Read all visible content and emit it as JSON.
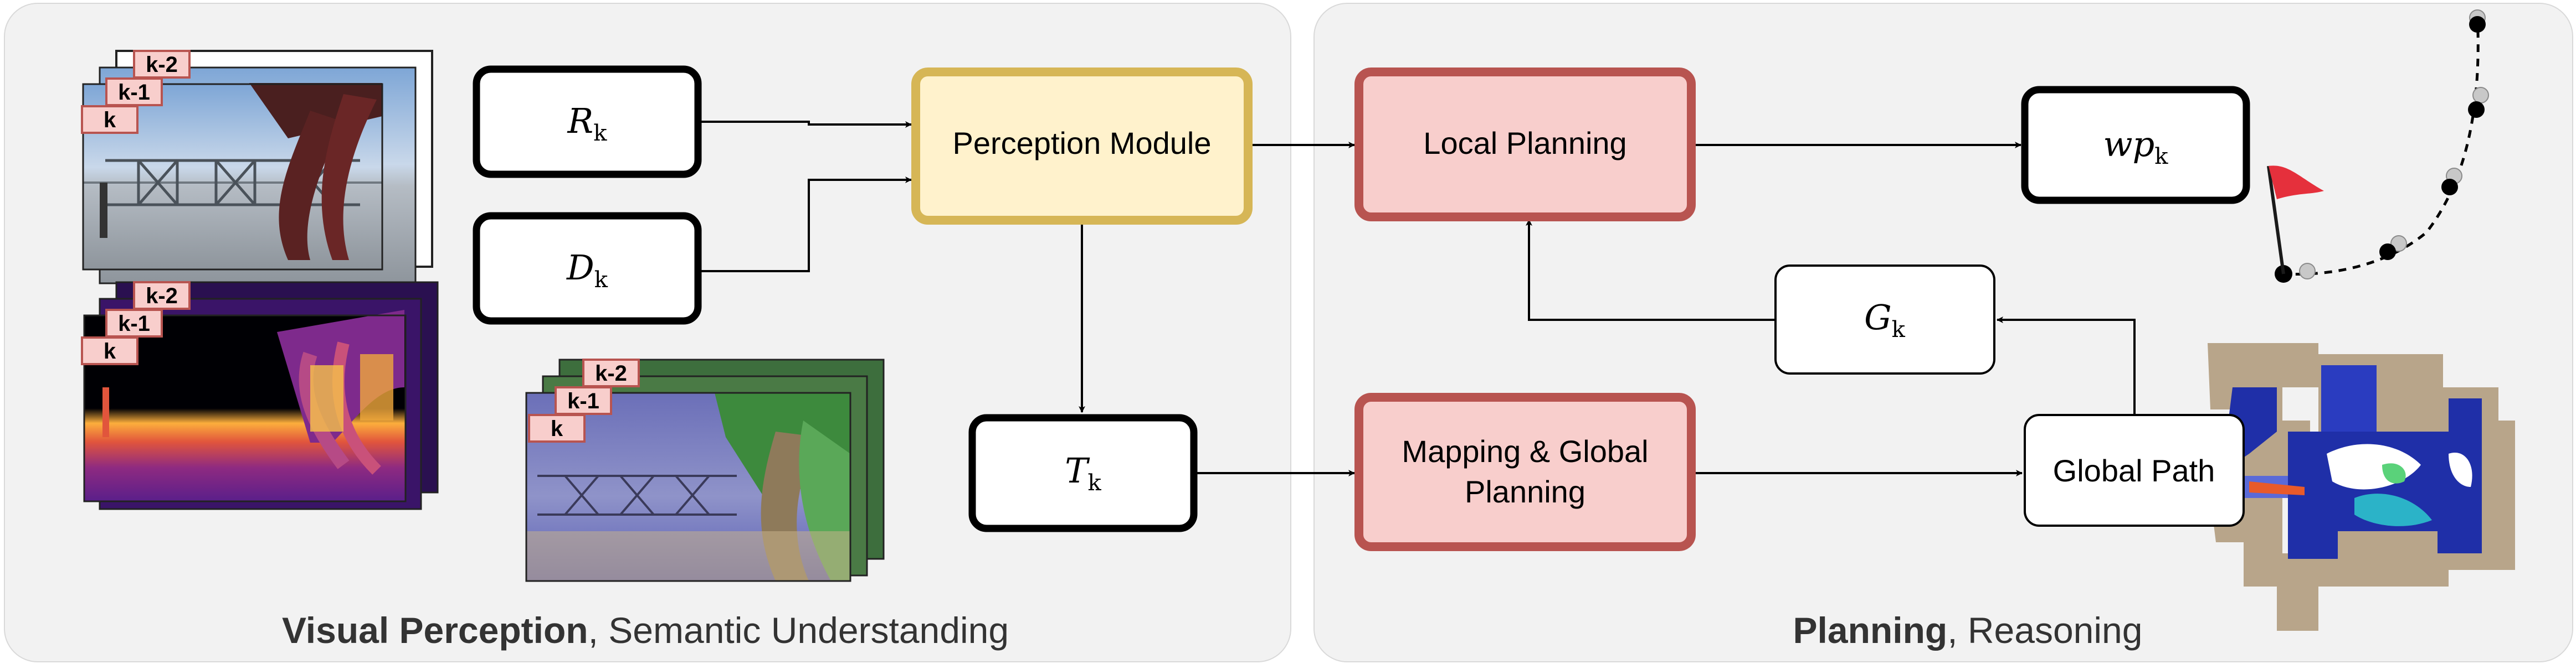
{
  "panels": {
    "left_title_bold": "Visual Perception",
    "left_title_rest": ", Semantic Understanding",
    "right_title_bold": "Planning",
    "right_title_rest": ", Reasoning"
  },
  "frame_labels": {
    "k2": "k-2",
    "k1": "k-1",
    "k": "k"
  },
  "inputs": {
    "rgb_symbol": "R",
    "depth_symbol": "D",
    "subscript": "k"
  },
  "modules": {
    "perception": "Perception Module",
    "local_planning": "Local Planning",
    "mapping_line1": "Mapping & Global",
    "mapping_line2": "Planning",
    "global_path": "Global Path"
  },
  "outputs": {
    "waypoint_symbol": "wp",
    "goal_symbol": "G",
    "semantic_symbol": "T",
    "subscript": "k"
  },
  "colors": {
    "panel_bg": "#f2f2f2",
    "perception_fill": "#fff2cc",
    "perception_border": "#d6b656",
    "planning_fill": "#f8cecc",
    "planning_border": "#b85450",
    "frame_label_fill": "#f8cecc",
    "frame_label_border": "#b85450",
    "flag": "#e5303c"
  }
}
